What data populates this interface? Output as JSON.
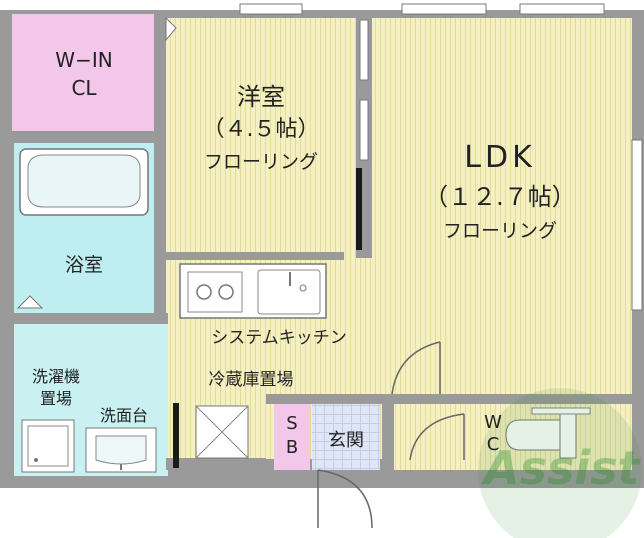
{
  "colors": {
    "wall": "#9a9a9a",
    "wall_dark": "#6e6e6e",
    "wood_floor": "#f4f0c2",
    "wood_line": "#e3dd9c",
    "closet": "#f3c7ea",
    "bath": "#bfeef0",
    "washroom": "#c9f1f1",
    "storage": "#f3c7ea",
    "entrance": "#dfe7f7",
    "kitchen_floor": "#f4f0c2",
    "watermark": "#2e8b2e"
  },
  "rooms": {
    "walk_in_closet": {
      "line1": "W−IN",
      "line2": "CL"
    },
    "western_room": {
      "name": "洋室",
      "size": "（４.５帖）",
      "floor": "フローリング"
    },
    "ldk": {
      "name": "LDK",
      "size": "（１２.７帖）",
      "floor": "フローリング"
    },
    "bathroom": {
      "name": "浴室"
    },
    "laundry": {
      "line1": "洗濯機",
      "line2": "置場"
    },
    "washbasin": {
      "name": "洗面台"
    },
    "kitchen": {
      "name": "システムキッチン"
    },
    "fridge": {
      "name": "冷蔵庫置場"
    },
    "storage_box": {
      "line1": "S",
      "line2": "B"
    },
    "entrance": {
      "name": "玄関"
    },
    "toilet": {
      "line1": "W",
      "line2": "C"
    }
  },
  "watermark": {
    "text": "Assist"
  }
}
